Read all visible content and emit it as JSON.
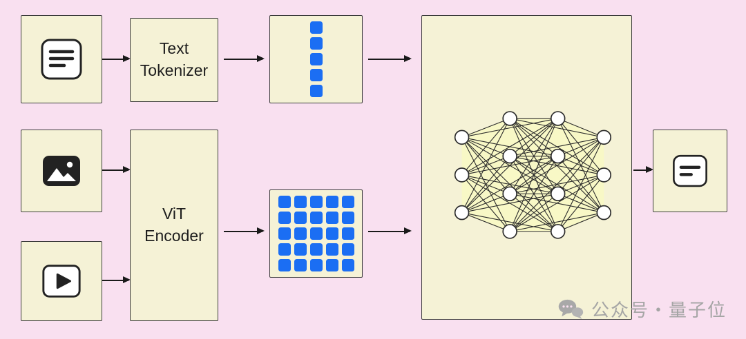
{
  "diagram": {
    "colors": {
      "background": "#f9e0f0",
      "box_fill": "#f5f2d6",
      "box_border": "#3b3b3b",
      "token_blue": "#1b6ef3",
      "nn_hull_yellow": "#f8f8c6",
      "node_fill": "#ffffff",
      "arrow_black": "#1a1a1a",
      "watermark_gray": "#a5a5a5"
    },
    "nodes": {
      "text_input": {
        "icon": "text-lines-icon"
      },
      "text_tokenizer": {
        "label": "Text Tokenizer"
      },
      "text_tokens": {
        "count": 5
      },
      "image_input": {
        "icon": "image-icon"
      },
      "video_input": {
        "icon": "video-play-icon"
      },
      "vit_encoder": {
        "label": "ViT Encoder"
      },
      "patch_tokens": {
        "rows": 5,
        "cols": 5,
        "count": 25
      },
      "neural_network": {
        "layers": [
          3,
          4,
          4,
          3
        ]
      },
      "text_output": {
        "icon": "text-output-icon"
      }
    },
    "watermark": {
      "label": "公众号・量子位",
      "icon": "chat-bubbles-icon"
    }
  }
}
